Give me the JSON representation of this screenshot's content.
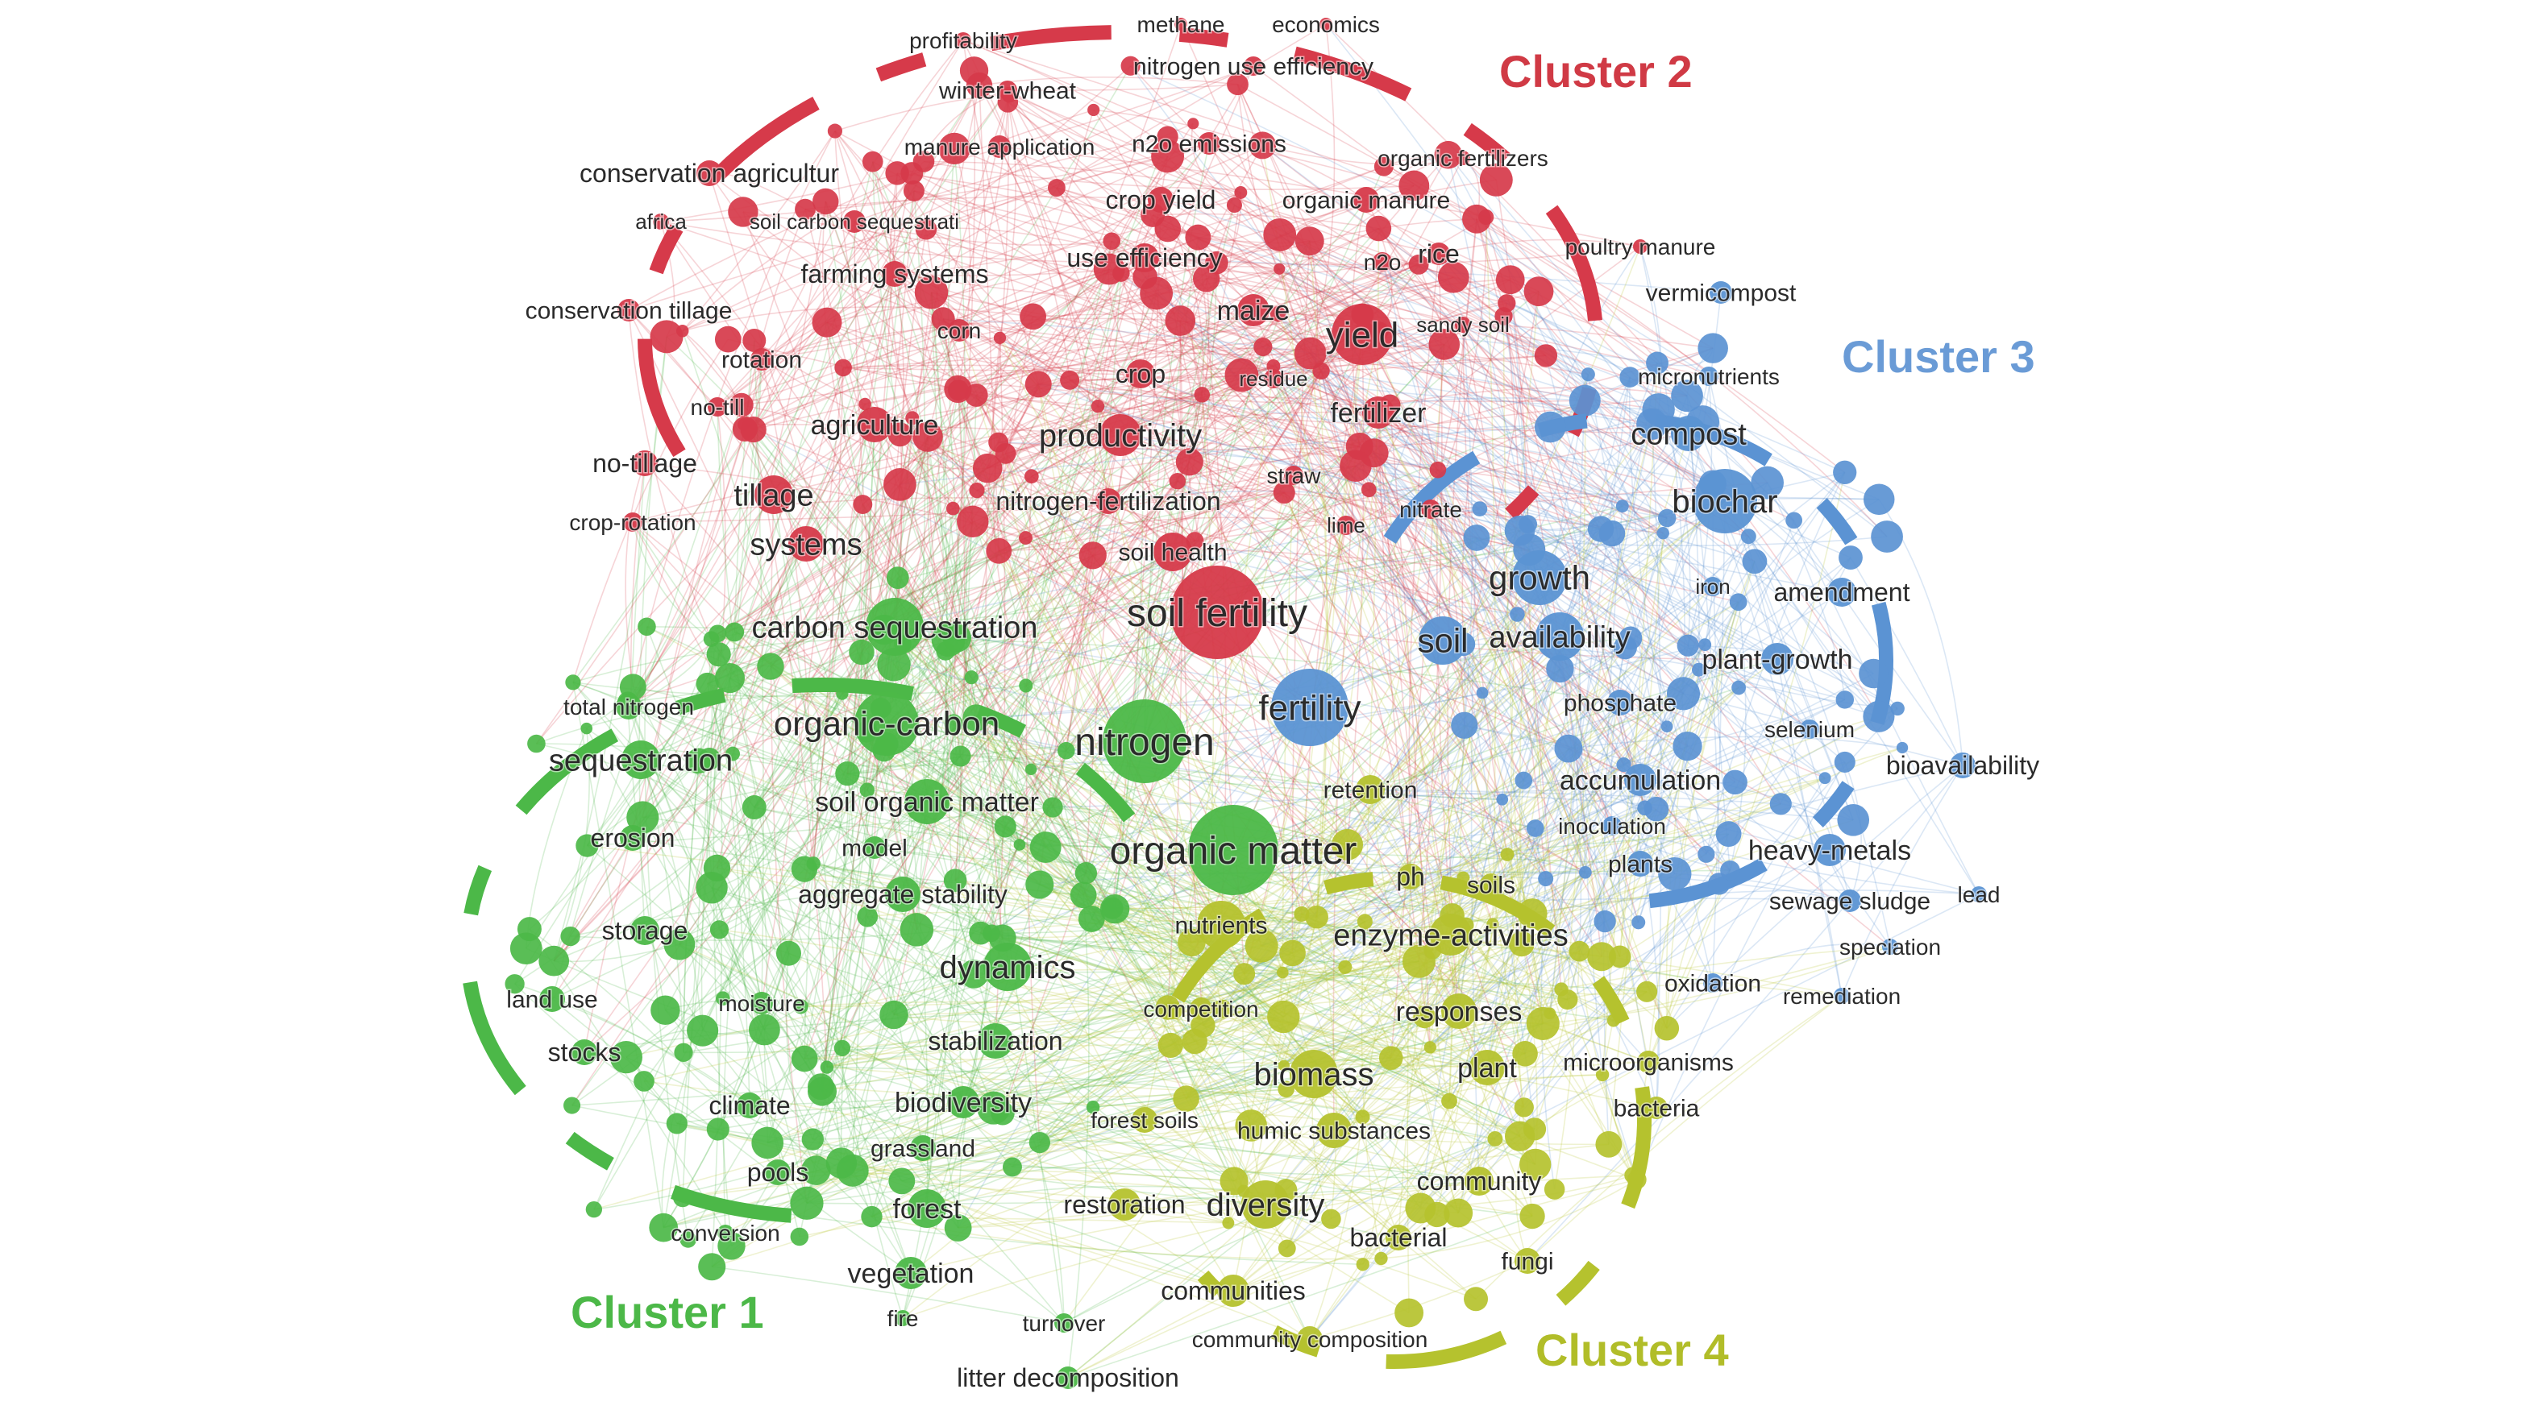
{
  "colors": {
    "cluster_1": "#4cb848",
    "cluster_2": "#d63a4a",
    "cluster_3": "#5b93d3",
    "cluster_4": "#b5c22e",
    "cluster_label_1": "#4cb848",
    "cluster_label_2": "#d03a45",
    "cluster_label_3": "#6a9bd6",
    "cluster_label_4": "#b1bd29"
  },
  "clusters": [
    {
      "id": 1,
      "label": "Cluster 1"
    },
    {
      "id": 2,
      "label": "Cluster 2"
    },
    {
      "id": 3,
      "label": "Cluster 3"
    },
    {
      "id": 4,
      "label": "Cluster 4"
    }
  ],
  "keywords": {
    "cluster_2": [
      "methane",
      "economics",
      "profitability",
      "nitrogen use efficiency",
      "winter-wheat",
      "manure application",
      "n2o emissions",
      "organic fertilizers",
      "conservation agricultur",
      "africa",
      "soil carbon sequestrati",
      "crop yield",
      "organic manure",
      "poultry manure",
      "use efficiency",
      "n2o",
      "rice",
      "farming systems",
      "conservation tillage",
      "corn",
      "maize",
      "yield",
      "sandy soil",
      "rotation",
      "crop",
      "residue",
      "no-till",
      "agriculture",
      "productivity",
      "fertilizer",
      "no-tillage",
      "straw",
      "tillage",
      "nitrogen-fertilization",
      "nitrate",
      "crop-rotation",
      "lime",
      "systems",
      "soil health",
      "soil fertility"
    ],
    "cluster_3": [
      "vermicompost",
      "micronutrients",
      "compost",
      "biochar",
      "growth",
      "iron",
      "amendment",
      "soil",
      "availability",
      "plant-growth",
      "phosphate",
      "fertility",
      "selenium",
      "bioavailability",
      "accumulation",
      "heavy-metals",
      "inoculation",
      "plants",
      "sewage sludge",
      "lead",
      "speciation",
      "oxidation",
      "remediation"
    ],
    "cluster_1": [
      "carbon sequestration",
      "total nitrogen",
      "organic-carbon",
      "nitrogen",
      "sequestration",
      "soil organic matter",
      "erosion",
      "model",
      "organic matter",
      "aggregate stability",
      "storage",
      "dynamics",
      "land use",
      "moisture",
      "stabilization",
      "stocks",
      "climate",
      "biodiversity",
      "grassland",
      "pools",
      "forest",
      "conversion",
      "vegetation",
      "fire",
      "turnover",
      "litter decomposition"
    ],
    "cluster_4": [
      "retention",
      "ph",
      "soils",
      "nutrients",
      "enzyme-activities",
      "competition",
      "responses",
      "plant",
      "microorganisms",
      "biomass",
      "bacteria",
      "forest soils",
      "humic substances",
      "restoration",
      "diversity",
      "community",
      "bacterial",
      "fungi",
      "communities",
      "community composition"
    ]
  }
}
